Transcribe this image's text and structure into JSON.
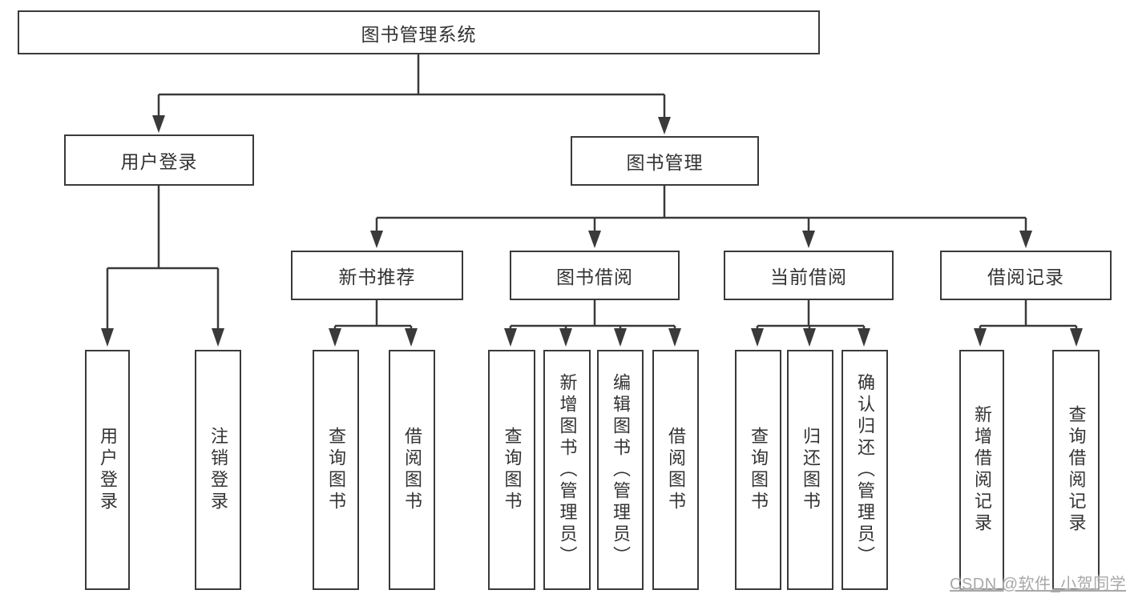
{
  "tree": {
    "label": "图书管理系统",
    "children": [
      {
        "label": "用户登录",
        "children": [
          {
            "label": "用户登录"
          },
          {
            "label": "注销登录"
          }
        ]
      },
      {
        "label": "图书管理",
        "children": [
          {
            "label": "新书推荐",
            "children": [
              {
                "label": "查询图书"
              },
              {
                "label": "借阅图书"
              }
            ]
          },
          {
            "label": "图书借阅",
            "children": [
              {
                "label": "查询图书"
              },
              {
                "label": "新增图书（管理员）"
              },
              {
                "label": "编辑图书（管理员）"
              },
              {
                "label": "借阅图书"
              }
            ]
          },
          {
            "label": "当前借阅",
            "children": [
              {
                "label": "查询图书"
              },
              {
                "label": "归还图书"
              },
              {
                "label": "确认归还（管理员）"
              }
            ]
          },
          {
            "label": "借阅记录",
            "children": [
              {
                "label": "新增借阅记录"
              },
              {
                "label": "查询借阅记录"
              }
            ]
          }
        ]
      }
    ]
  },
  "watermark": {
    "text": "CSDN @软件_小贺同学"
  },
  "colors": {
    "line": "#3a3a3a",
    "box_border": "#3a3a3a",
    "box_fill": "#ffffff",
    "text": "#333333",
    "watermark": "#a8a8a8",
    "background": "#ffffff"
  }
}
